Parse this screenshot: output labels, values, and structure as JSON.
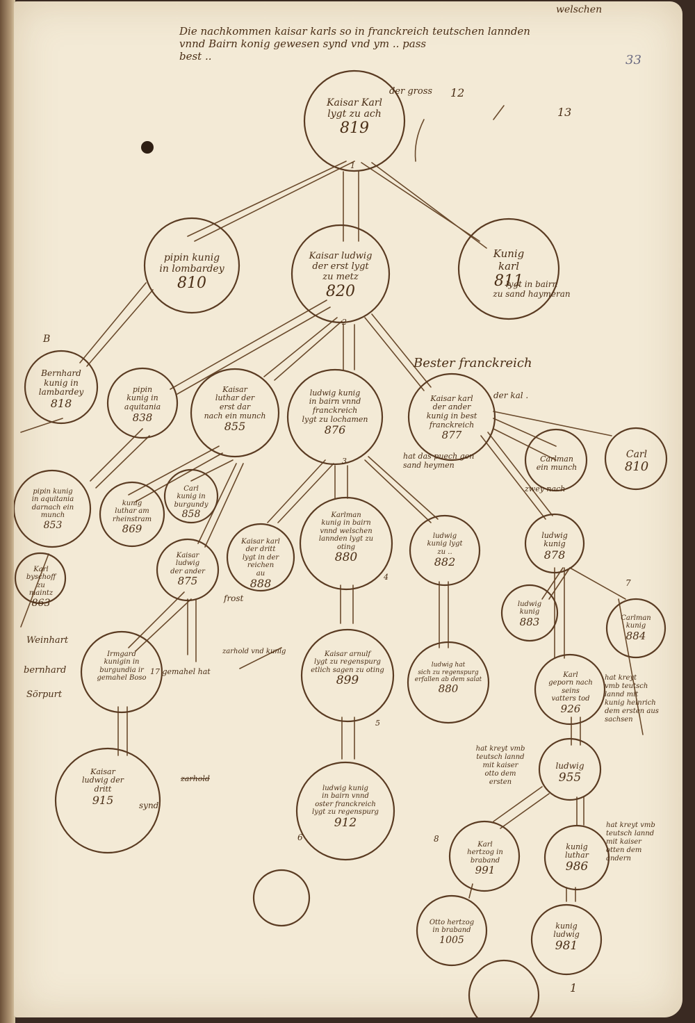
{
  "manuscript": {
    "heading": "Die nachkommen kaisar karls so in franckreich teutschen lannden\nvnnd Bairn konig gewesen synd vnd ym .. pass\nbest ..",
    "heading_addition": "welschen",
    "folio_number": "33",
    "section_label_b": "B",
    "section_heading_franckreich": "Bester franckreich",
    "left_notes": [
      "Weinhart",
      "bernhard",
      "Sörpurt"
    ],
    "nodes": [
      {
        "id": "karl-der-gross",
        "text": "Kaisar Karl\nlygt zu ach",
        "year": "819"
      },
      {
        "id": "pipin-lombardei",
        "text": "pipin kunig\nin lombardey",
        "year": "810"
      },
      {
        "id": "ludwig-der-erst",
        "text": "Kaisar ludwig\nder erst lygt\nzu metz",
        "year": "820"
      },
      {
        "id": "karl-bairn",
        "text": "Kunig\nkarl",
        "year": "811"
      },
      {
        "id": "bernhard-lombardei",
        "text": "Bernhard\nkunig in\nlambardey",
        "year": "818"
      },
      {
        "id": "pipin-aquitania",
        "text": "pipin\nkunig in\naquitania",
        "year": "838"
      },
      {
        "id": "luthar-der-erst",
        "text": "Kaisar\nluthar der\nerst dar\nnach ein munch",
        "year": "855"
      },
      {
        "id": "ludwig-bairn",
        "text": "ludwig kunig\nin bairn vnnd\nfranckreich\nlygt zu lochamen",
        "year": "876"
      },
      {
        "id": "karl-der-ander",
        "text": "Kaisar karl\nder ander\nkunig in best\nfranckreich",
        "year": "877"
      },
      {
        "id": "carlman-munch",
        "text": "Carlman\nein munch",
        "year": ""
      },
      {
        "id": "carl-810",
        "text": "Carl",
        "year": "810"
      },
      {
        "id": "pipin-aquitania-munch",
        "text": "pipin kunig\nin aquitania\ndarnach ein\nmunch",
        "year": "853"
      },
      {
        "id": "karl-bischoff",
        "text": "Karl\nbyschoff\nzu\nmaintz",
        "year": "863"
      },
      {
        "id": "luthar-rheinstram",
        "text": "kunig\nluthar am\nrheinstram",
        "year": "869"
      },
      {
        "id": "carl-burgundy",
        "text": "Carl\nkunig in\nburgundy",
        "year": "858"
      },
      {
        "id": "ludwig-der-ander",
        "text": "Kaisar\nludwig\nder ander",
        "year": "875"
      },
      {
        "id": "karl-der-dritt",
        "text": "Kaisar karl\nder dritt\nlygt in der reichen\nau",
        "year": "888"
      },
      {
        "id": "karlman-bairn",
        "text": "Karlman\nkunig in bairn\nvnnd welschen\nlannden lygt zu\noting",
        "year": "880"
      },
      {
        "id": "ludwig-882",
        "text": "ludwig\nkunig lygt\nzu ..",
        "year": "882"
      },
      {
        "id": "ludwig-878",
        "text": "ludwig\nkunig",
        "year": "878"
      },
      {
        "id": "irmgard",
        "text": "Irmgard\nkunigin in\nburgundia ir\ngemahel Boso",
        "year": ""
      },
      {
        "id": "arnulf",
        "text": "Kaisar arnulf\nlygt zu regenspurg\netlich sagen zu oting",
        "year": "899"
      },
      {
        "id": "ludwig-regenspurg",
        "text": "ludwig hat\nsich zu regenspurg\nerfallen ab dem salat",
        "year": "880"
      },
      {
        "id": "ludwig-883",
        "text": "ludwig\nkunig",
        "year": "883"
      },
      {
        "id": "carlman-884",
        "text": "Carlman\nkunig",
        "year": "884"
      },
      {
        "id": "karl-926",
        "text": "Karl\ngeporn nach seins\nvatters tod",
        "year": "926"
      },
      {
        "id": "ludwig-der-dritt",
        "text": "Kaisar\nludwig der\ndritt",
        "year": "915"
      },
      {
        "id": "ludwig-oster-franckreich",
        "text": "ludwig kunig\nin bairn vnnd\noster franckreich\nlygt zu regenspurg",
        "year": "912"
      },
      {
        "id": "ludwig-955",
        "text": "ludwig",
        "year": "955"
      },
      {
        "id": "karl-brabant",
        "text": "Karl\nhertzog in\nbraband",
        "year": "991"
      },
      {
        "id": "luthar-986",
        "text": "kunig\nluthar",
        "year": "986"
      },
      {
        "id": "otto-brabant",
        "text": "Otto hertzog\nin braband",
        "year": "1005"
      },
      {
        "id": "ludwig-981",
        "text": "kunig\nludwig",
        "year": "981"
      }
    ],
    "annotations": [
      {
        "id": "der-gross",
        "text": "der gross"
      },
      {
        "id": "karl-bairn-note",
        "text": "lygt in bairn\nzu sand haymeran"
      },
      {
        "id": "karl-der-kal",
        "text": "der kal ."
      },
      {
        "id": "hat-das-pueschgen",
        "text": "hat das puech gen\nsand heymen"
      },
      {
        "id": "zwey-nach",
        "text": "zwey nach"
      },
      {
        "id": "hat-kreyt-heinrich",
        "text": "hat kreyt\nvmb teutsch\nlannd mit\nkunig heinrich\ndem ersten aus\nsachsen"
      },
      {
        "id": "hat-kreyt-otto",
        "text": "hat kreyt vmb\nteutsch lannd\nmit kaiser\notto dem\nersten"
      },
      {
        "id": "hat-kreyt-otto-ander",
        "text": "hat kreyt vmb\nteutsch lannd\nmit kaiser\notten dem\nandern"
      },
      {
        "id": "zu-gemahel",
        "text": "17 gemahel hat"
      },
      {
        "id": "synd",
        "text": "synd"
      },
      {
        "id": "zarhold",
        "text": "zarhold"
      },
      {
        "id": "zarhold-2",
        "text": "zarhold vnd kunig"
      },
      {
        "id": "frost",
        "text": "frost"
      }
    ],
    "digits": [
      "12",
      "13",
      "1",
      "2",
      "3",
      "4",
      "5",
      "6",
      "7",
      "8",
      "1"
    ]
  }
}
